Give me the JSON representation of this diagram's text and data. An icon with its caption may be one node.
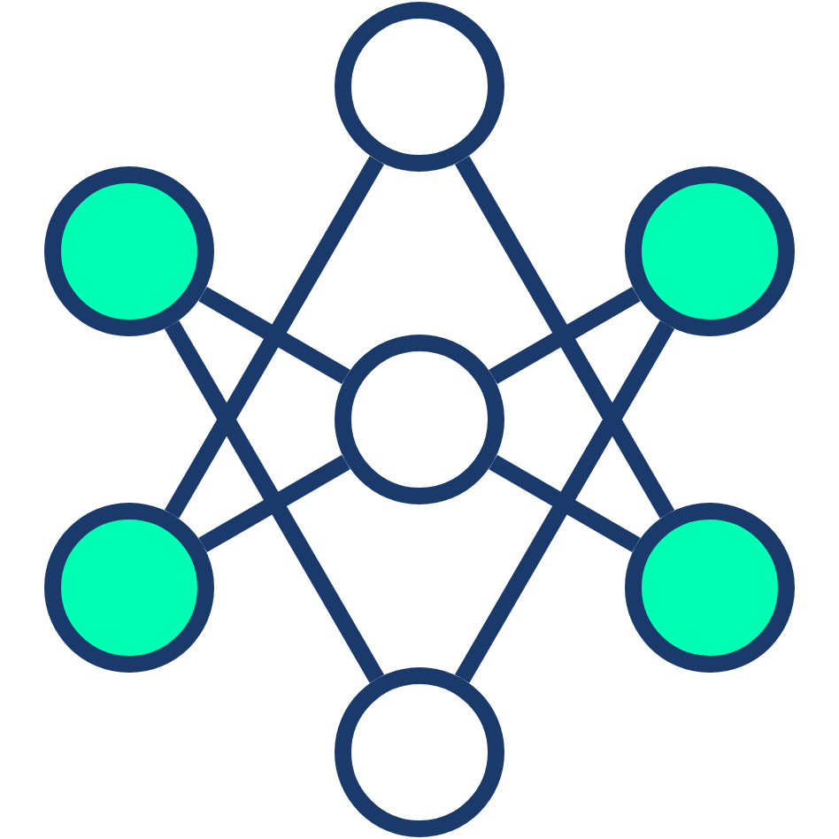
{
  "diagram": {
    "nodes": [
      {
        "text": [],
        "shape": "circle"
      },
      {
        "text": [],
        "shape": "circle"
      },
      {
        "text": [],
        "shape": "circle"
      },
      {
        "text": [],
        "shape": "circle"
      },
      {
        "text": [],
        "shape": "circle"
      },
      {
        "text": [],
        "shape": "circle"
      },
      {
        "text": [],
        "shape": "circle"
      }
    ],
    "edges": [
      {
        "from": 0,
        "to": 4,
        "arrow": "none"
      },
      {
        "from": 0,
        "to": 5,
        "arrow": "none"
      },
      {
        "from": 1,
        "to": 3,
        "arrow": "none"
      },
      {
        "from": 2,
        "to": 3,
        "arrow": "none"
      },
      {
        "from": 4,
        "to": 3,
        "arrow": "none"
      },
      {
        "from": 5,
        "to": 3,
        "arrow": "none"
      },
      {
        "from": 1,
        "to": 6,
        "arrow": "none"
      },
      {
        "from": 2,
        "to": 6,
        "arrow": "none"
      }
    ]
  }
}
